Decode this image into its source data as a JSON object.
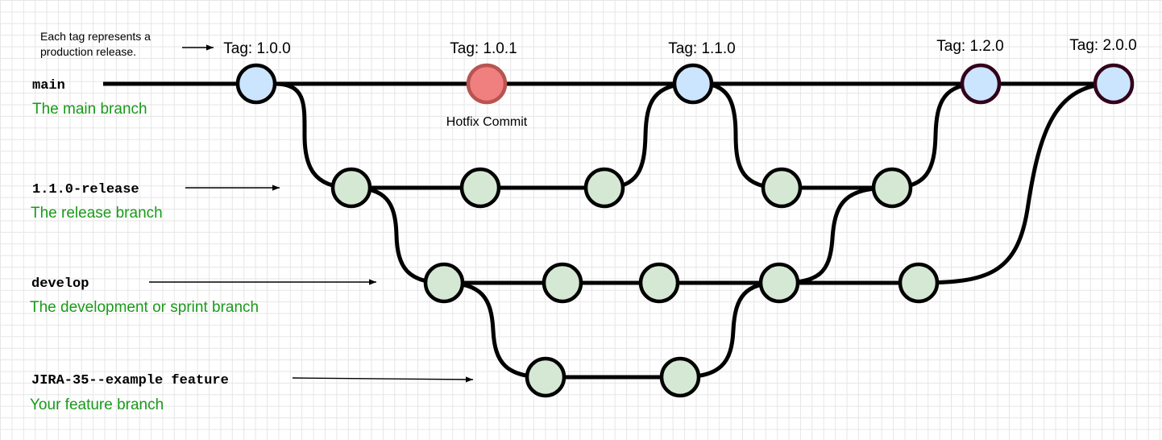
{
  "colors": {
    "description_text": "#1a9a1a",
    "release_commit_fill": "#cce5ff",
    "release_commit_stroke": "#000000",
    "latest_release_stroke": "#33001a",
    "hotfix_commit_fill": "#f08080",
    "hotfix_commit_stroke": "#b85450",
    "branch_commit_fill": "#d5e8d4",
    "branch_commit_stroke": "#000000"
  },
  "note": {
    "line1": "Each tag represents a",
    "line2": "production release."
  },
  "branches": {
    "main": {
      "name": "main",
      "description": "The main branch"
    },
    "release": {
      "name": "1.1.0-release",
      "description": "The release branch"
    },
    "develop": {
      "name": "develop",
      "description": "The development or sprint branch"
    },
    "feature": {
      "name": "JIRA-35--example feature",
      "description": "Your feature branch"
    }
  },
  "tags": [
    "Tag: 1.0.0",
    "Tag: 1.0.1",
    "Tag: 1.1.0",
    "Tag: 1.2.0",
    "Tag: 2.0.0"
  ],
  "hotfix_label": "Hotfix Commit"
}
